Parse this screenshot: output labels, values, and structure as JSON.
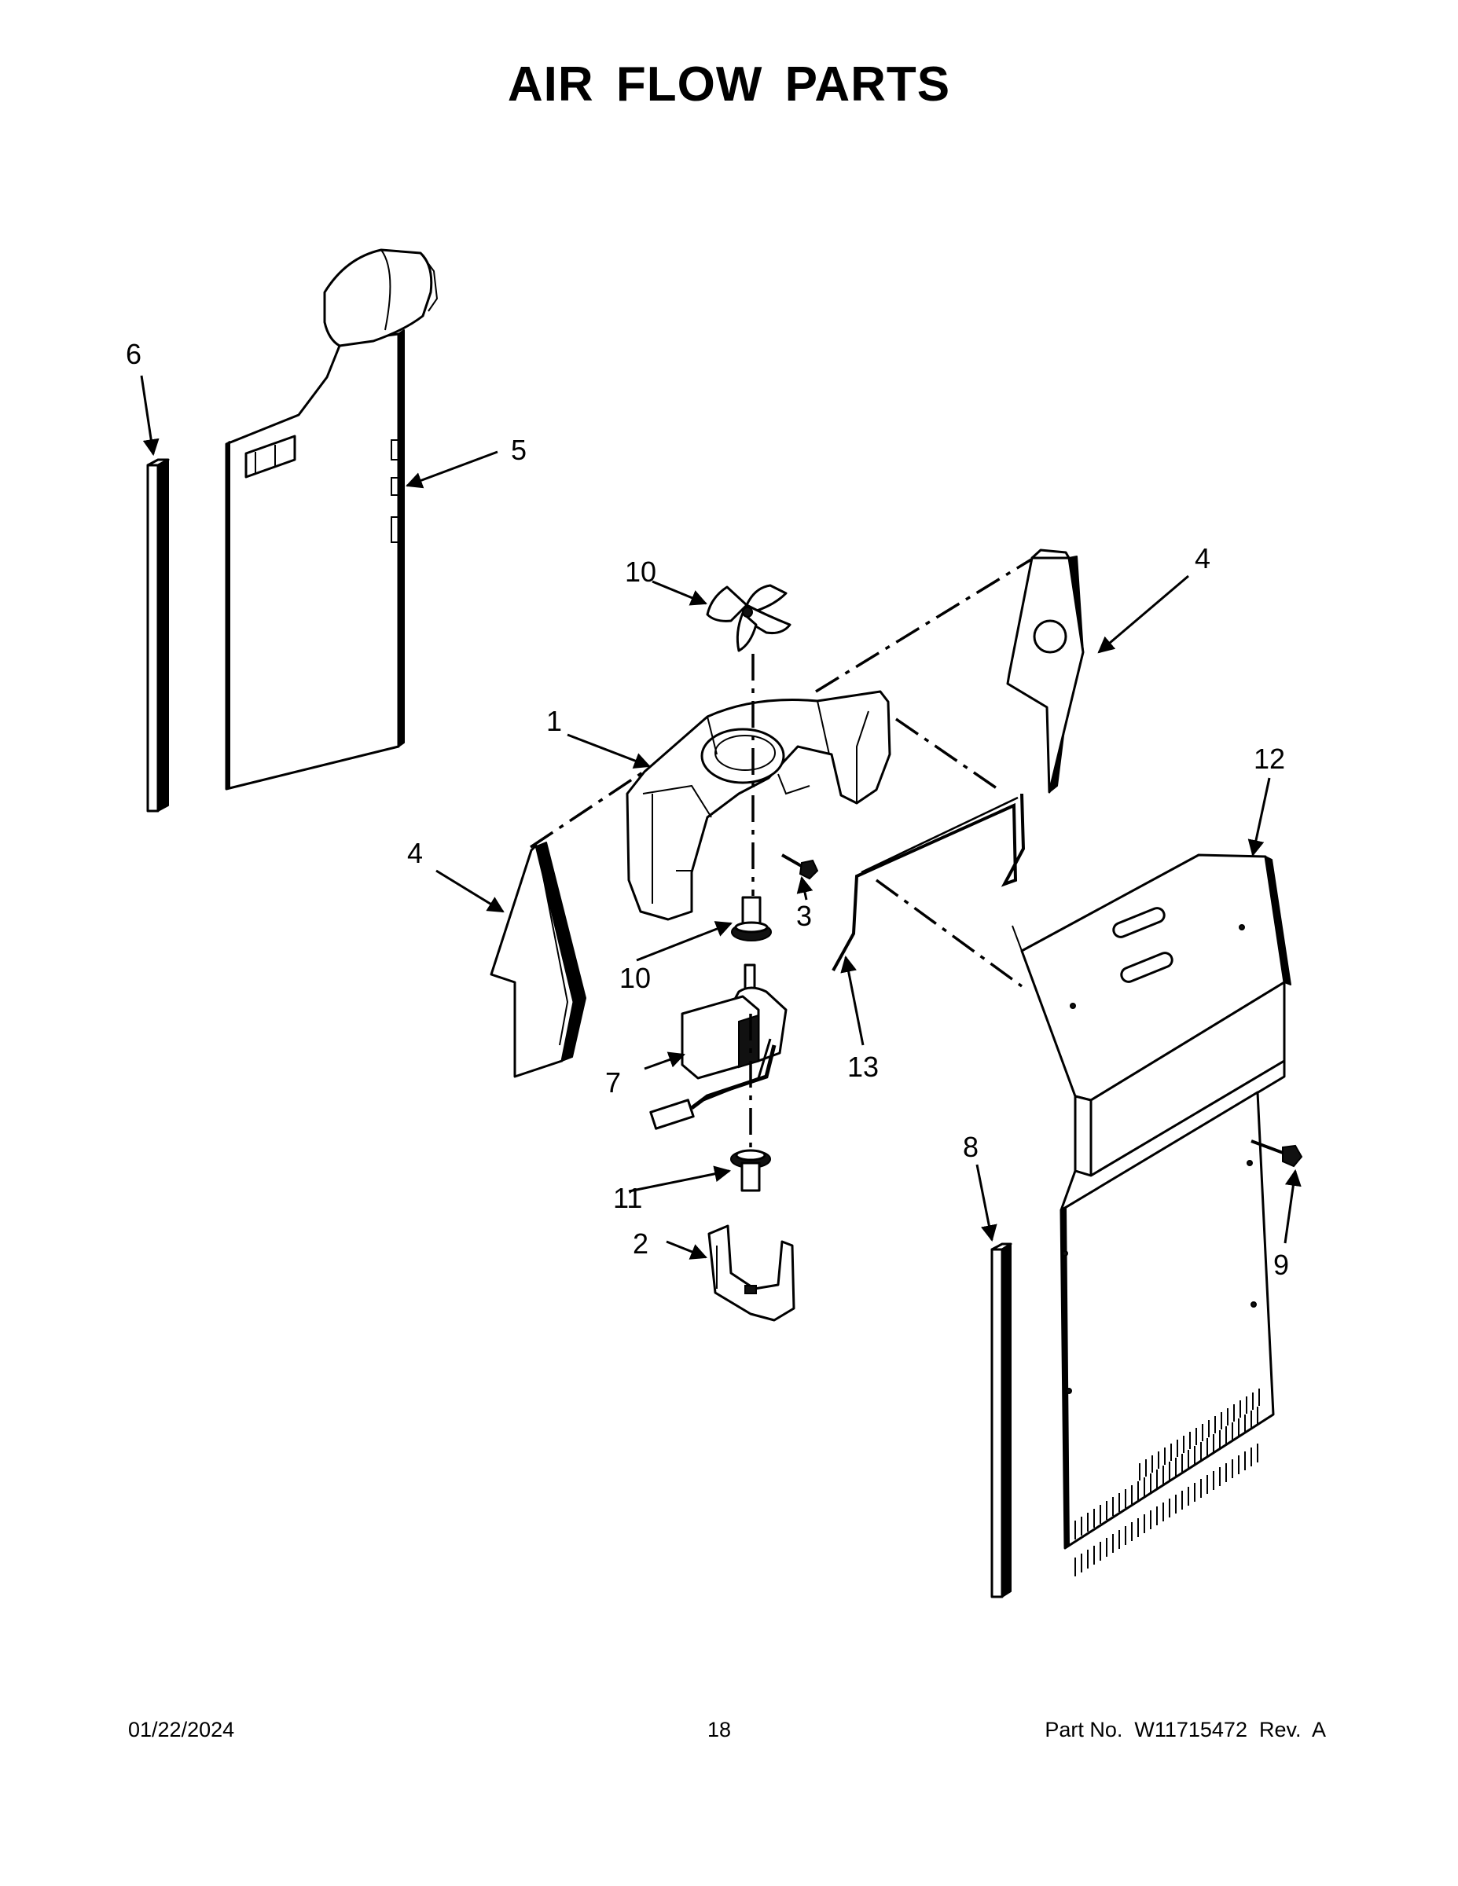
{
  "title": "AIR FLOW PARTS",
  "callouts": [
    "1",
    "2",
    "3",
    "4",
    "4",
    "5",
    "6",
    "7",
    "8",
    "9",
    "10",
    "10",
    "11",
    "12",
    "13"
  ],
  "footer": {
    "date": "01/22/2024",
    "page": "18",
    "part_no": "Part No.  W11715472  Rev.  A"
  }
}
